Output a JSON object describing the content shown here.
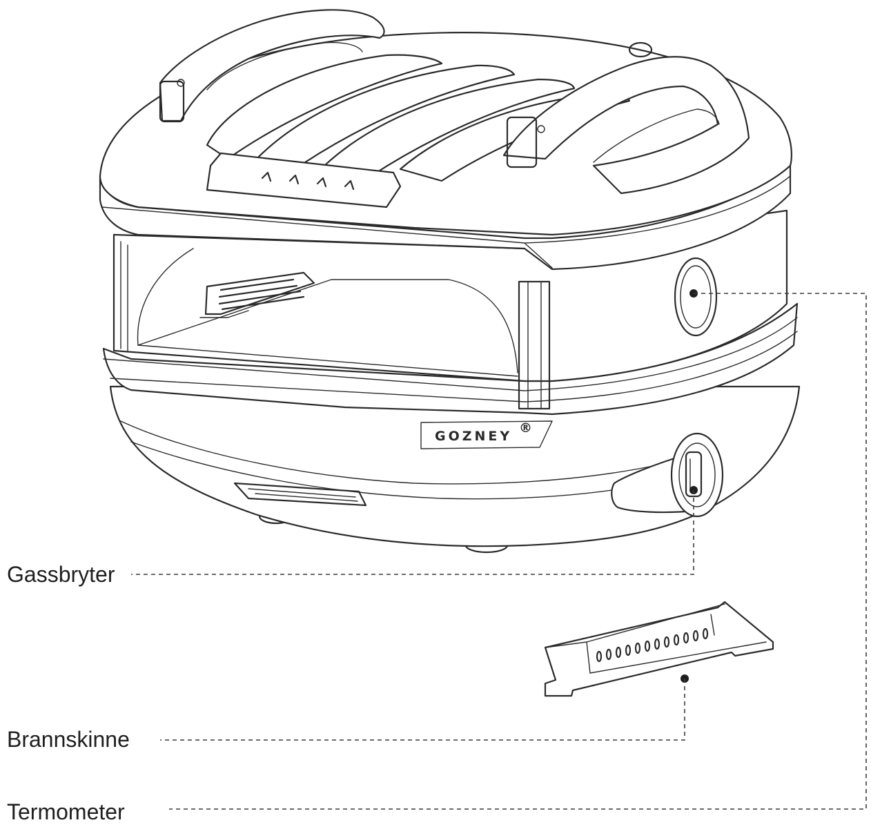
{
  "brand_mark": "GOZNEY",
  "brand_superscript": "®",
  "callouts": [
    {
      "id": "gas-switch",
      "label": "Gassbryter"
    },
    {
      "id": "flame-rail",
      "label": "Brannskinne"
    },
    {
      "id": "thermometer",
      "label": "Termometer"
    }
  ],
  "colors": {
    "line_art": "#2a2a2a",
    "text": "#1e1e1e",
    "background": "#ffffff"
  }
}
